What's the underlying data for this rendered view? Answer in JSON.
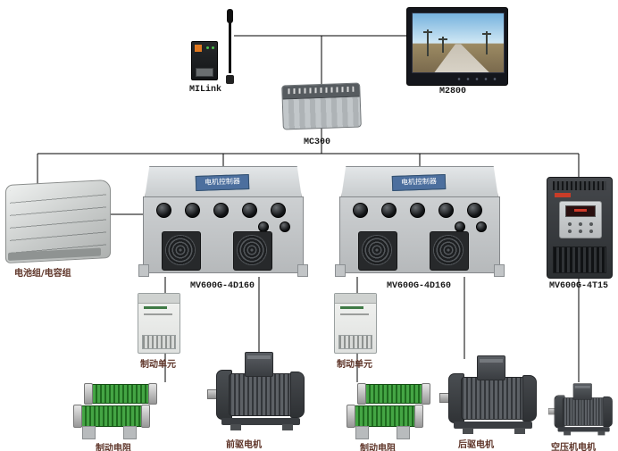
{
  "top": {
    "milink_label": "MILink",
    "monitor_label": "M2800",
    "mc300_label": "MC300"
  },
  "middle": {
    "battery_label": "电池组/电容组",
    "inverter1": {
      "plate": "电机控制器",
      "model": "MV600G-4D160"
    },
    "inverter2": {
      "plate": "电机控制器",
      "model": "MV600G-4D160"
    },
    "air_inverter": {
      "model": "MV600G-4T15"
    }
  },
  "bottom": {
    "brake_unit1_label": "制动单元",
    "brake_unit2_label": "制动单元",
    "brake_resistor1_label": "制动电阻",
    "brake_resistor2_label": "制动电阻",
    "front_motor_label": "前驱电机",
    "rear_motor_label": "后驱电机",
    "air_motor_label": "空压机电机"
  },
  "colors": {
    "connection_line": "#000000",
    "inverter_plate_blue": "#4c6f9e",
    "resistor_green": "#2e8b2e",
    "cn_label_brown": "#5e3428"
  }
}
